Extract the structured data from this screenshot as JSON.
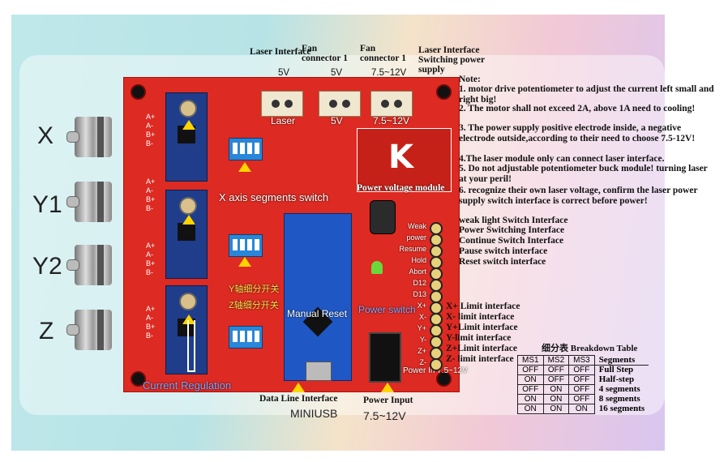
{
  "top_labels": {
    "laser_interface": "Laser Interface",
    "fan_connector_1a": "Fan connector 1",
    "fan_connector_1b": "Fan connector 1",
    "laser_switching": "Laser Interface Switching power supply"
  },
  "voltage_marks": {
    "v1": "5V",
    "v2": "5V",
    "v3": "7.5~12V"
  },
  "terminal_text": {
    "laser": "Laser",
    "five_v": "5V",
    "range": "7.5~12V"
  },
  "axes": {
    "x": "X",
    "y1": "Y1",
    "y2": "Y2",
    "z": "Z"
  },
  "pins": [
    "A+",
    "A-",
    "B+",
    "B-"
  ],
  "board_labels": {
    "x_axis_switch": "X axis segments switch",
    "power_voltage_module": "Power voltage module",
    "y_subdiv_1": "Y轴细分开关",
    "y_subdiv_2": "Z轴细分开关",
    "manual_reset": "Manual Reset",
    "power_switch": "Power switch",
    "current_regulation": "Current Regulation",
    "power_in": "Power In 7.5~12V"
  },
  "header_pins": [
    "Weak",
    "power",
    "Resume",
    "Hold",
    "Abort",
    "D12",
    "D13",
    "X+",
    "X-",
    "Y+",
    "Y-",
    "Z+",
    "Z-"
  ],
  "notes": [
    "Note:",
    "1. motor drive potentiometer to adjust the current left small and right  big!",
    "2. The motor shall not exceed 2A, above 1A  need to cooling!",
    "3. The power supply positive electrode inside, a negative electrode outside,according to their need to choose 7.5-12V!",
    "4.The laser module only can connect laser interface.",
    "5. Do not adjustable potentiometer buck module! turning laser at your peril!",
    "6. recognize their own laser voltage, confirm the laser power supply switch interface is correct before power!",
    "weak light Switch Interface",
    "Power Switching Interface",
    "Continue Switch Interface",
    "Pause switch interface",
    "Reset switch interface"
  ],
  "limits": [
    "X+ Limit interface",
    "X- limit interface",
    "Y+Limit interface",
    "Y-limit interface",
    "Z+Limit interface",
    "Z- limit interface"
  ],
  "breakdown": {
    "title": "细分表 Breakdown Table",
    "headers": [
      "MS1",
      "MS2",
      "MS3",
      "Segments"
    ],
    "rows": [
      [
        "OFF",
        "OFF",
        "OFF",
        "Full Step"
      ],
      [
        "ON",
        "OFF",
        "OFF",
        "Half-step"
      ],
      [
        "OFF",
        "ON",
        "OFF",
        "4 segments"
      ],
      [
        "ON",
        "ON",
        "OFF",
        "8 segments"
      ],
      [
        "ON",
        "ON",
        "ON",
        "16 segments"
      ]
    ]
  },
  "bottom": {
    "data_line": "Data Line Interface",
    "miniusb": "MINIUSB",
    "power_input": "Power Input",
    "power_range": "7.5~12V"
  },
  "colors": {
    "board": "#dd2a22",
    "driver": "#1f3d8a",
    "arrow": "#ffd400"
  }
}
